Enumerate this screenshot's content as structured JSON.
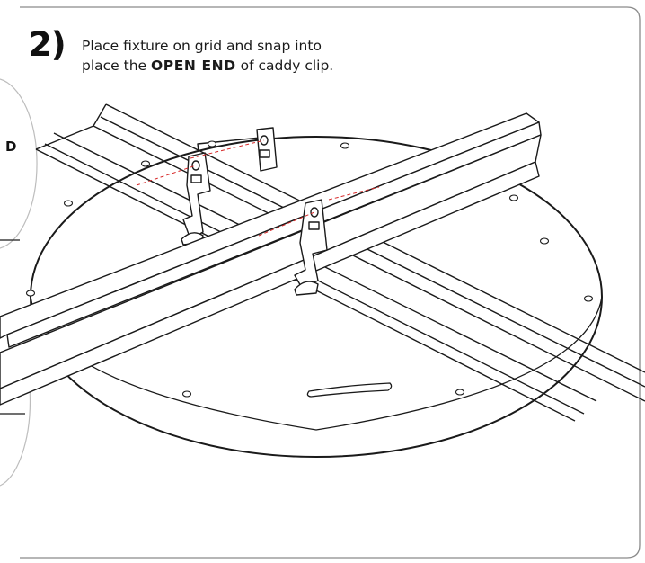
{
  "step": {
    "number": "2)",
    "text_line1": "Place fixture on grid and snap into",
    "text_line2_before": "place the ",
    "text_line2_emphasis": "OPEN END",
    "text_line2_after": " of caddy clip."
  },
  "callout": {
    "partial_letter": "D"
  },
  "colors": {
    "line": "#1a1a1a",
    "panel_border": "#8a8a8a",
    "callout_border": "#bdbdbd",
    "guide_dash": "#d62828",
    "panel_bg": "#ffffff"
  }
}
